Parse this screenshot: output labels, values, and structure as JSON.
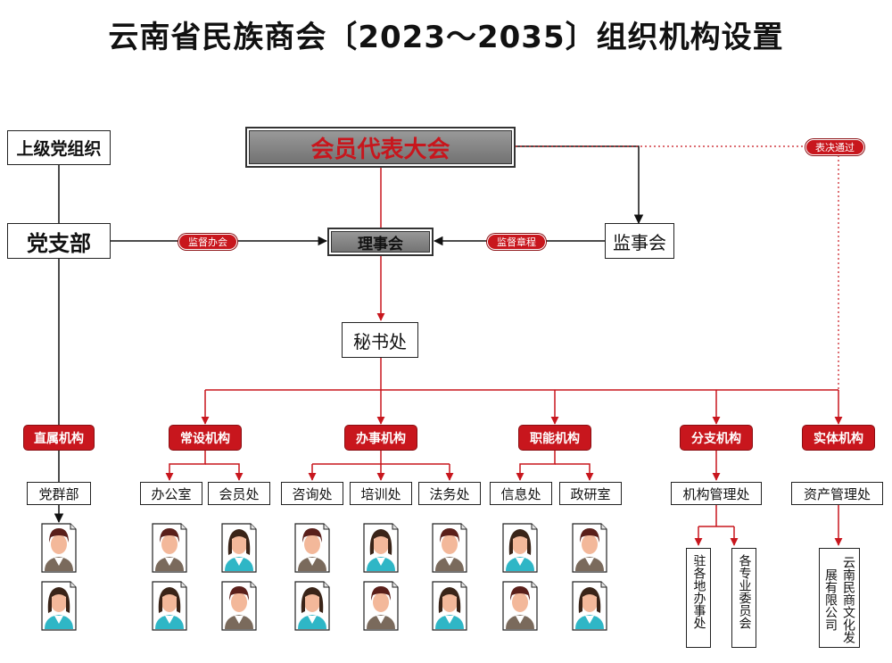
{
  "title": "云南省民族商会〔2023～2035〕组织机构设置",
  "nodes": {
    "upper_party": "上级党组织",
    "party_branch": "党支部",
    "assembly": "会员代表大会",
    "council": "理事会",
    "supervisory": "监事会",
    "secretariat": "秘书处"
  },
  "edge_labels": {
    "supervise_office": "监督办会",
    "supervise_charter": "监督章程",
    "vote_pass": "表决通过"
  },
  "categories": [
    {
      "label": "直属机构",
      "units": [
        "党群部"
      ]
    },
    {
      "label": "常设机构",
      "units": [
        "办公室",
        "会员处"
      ]
    },
    {
      "label": "办事机构",
      "units": [
        "咨询处",
        "培训处",
        "法务处"
      ]
    },
    {
      "label": "职能机构",
      "units": [
        "信息处",
        "政研室"
      ]
    },
    {
      "label": "分支机构",
      "units": [
        "机构管理处"
      ]
    },
    {
      "label": "实体机构",
      "units": [
        "资产管理处"
      ]
    }
  ],
  "sub_units": {
    "branch_office": "驻各地办事处",
    "committees": "各专业委员会",
    "company": "云南民商文化发展有限公司"
  },
  "colors": {
    "accent": "#c8161d",
    "plate": "#808080"
  }
}
